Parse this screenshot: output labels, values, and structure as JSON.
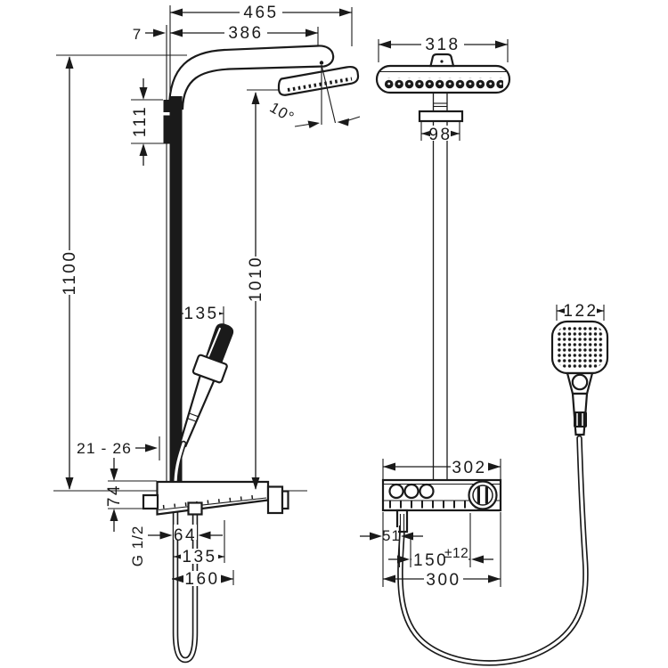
{
  "drawing": {
    "type": "technical-dimension-drawing",
    "subject": "shower-pipe-system-three-views",
    "colors": {
      "ink": "#1a1a1a",
      "background": "#ffffff"
    }
  },
  "dims": {
    "side": {
      "overall_width": "465",
      "arm_projection": "386",
      "wall_gap": "7",
      "bracket_height": "111",
      "total_height": "1100",
      "spray_height": "1010",
      "head_angle": "10°",
      "handshower_offset": "135",
      "wall_distance": "21 - 26",
      "valve_depth": "74",
      "inlet_thread": "G 1/2",
      "outlet_spacing": "64",
      "lower_width_inner": "135",
      "lower_width_outer": "160"
    },
    "front": {
      "head_width": "318",
      "bracket_width": "98",
      "valve_width_upper": "302",
      "inlet_offset": "51",
      "connection_centers": "150",
      "connection_tolerance": "±12",
      "valve_width_lower": "300",
      "handshower_width": "122"
    }
  }
}
